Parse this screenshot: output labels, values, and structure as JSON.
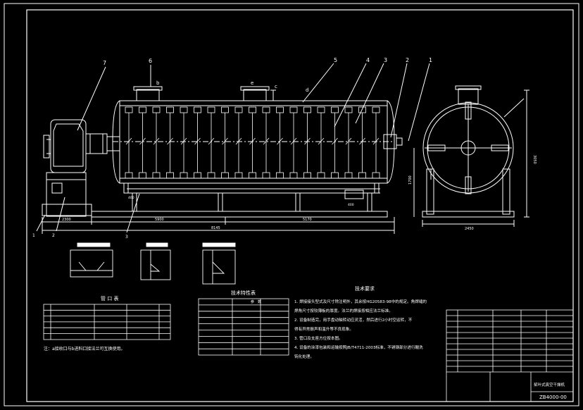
{
  "part_callouts": [
    "7",
    "6",
    "5",
    "4",
    "3",
    "2",
    "1"
  ],
  "nozzle_labels": {
    "b": "b",
    "e": "e",
    "c": "c",
    "d": "d"
  },
  "pipe_callouts": {
    "left1": "1",
    "left2": "2",
    "bottom": "3"
  },
  "dimensions": {
    "seg_a": "2300",
    "seg_b": "5900",
    "seg_c": "5170",
    "overall": "8145",
    "side_width": "2450",
    "side_height": "3050",
    "side_inner": "1700",
    "leg_a": "400",
    "leg_b": "400"
  },
  "headings": {
    "nozzle_table": "管 口 表",
    "tech_spec": "技术特性表",
    "tech_req": "技术要求"
  },
  "nozzle_table_note": "注：a接收口与b进料口接法兰可互换使用。",
  "tech_spec_header": {
    "c1": "参",
    "c2": "数"
  },
  "tech_requirements": [
    "1. 焊接接头型式及尺寸除注明外，其余按HG20583-98中的规定。角焊缝的",
    "   焊角尺寸按较薄板的厚度。法兰的焊接按相应法兰标准。",
    "2. 设备制造完，用手盘动轴转动应灵活，然后进行2小时空运转，不",
    "   得有异常振声和温升等不良现象。",
    "3. 管口及支座方位按本图。",
    "4. 设备的涂漆包装和运输按照JB/T4711-2003标准，不锈钢部分进行酸洗",
    "   钝化处理。"
  ],
  "title_block": {
    "drawing_name": "ZB4000-00",
    "title": "桨叶式真空干燥机"
  },
  "colors": {
    "line": "#ffffff",
    "accent": "#ffff66",
    "background": "#000000"
  }
}
